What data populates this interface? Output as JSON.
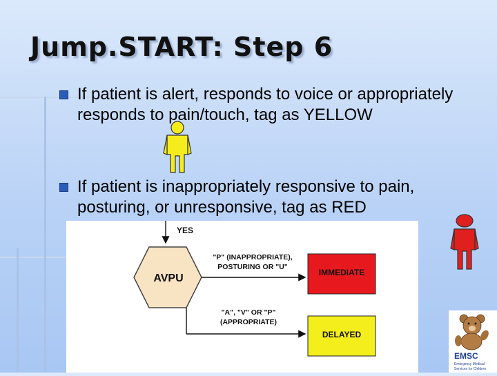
{
  "slide": {
    "title": "Jump.START: Step 6",
    "bullets": [
      "If patient is alert, responds to voice or appropriately responds to pain/touch, tag as YELLOW",
      "If patient is inappropriately responsive to pain, posturing, or unresponsive, tag as RED"
    ]
  },
  "diagram": {
    "yes_label": "YES",
    "node_label": "AVPU",
    "upper_branch_line1": "\"P\" (INAPPROPRIATE),",
    "upper_branch_line2": "POSTURING OR \"U\"",
    "lower_branch_line1": "\"A\", \"V\" OR \"P\"",
    "lower_branch_line2": "(APPROPRIATE)",
    "immediate_label": "IMMEDIATE",
    "delayed_label": "DELAYED"
  },
  "logo": {
    "text_line1": "EMSC",
    "text_line2": "Emergency Medical",
    "text_line3": "Services for Children"
  },
  "colors": {
    "yellow_figure": "#f5ec1e",
    "red_figure": "#e0201e",
    "immediate_box": "#e8191e",
    "delayed_box": "#f4ee1c",
    "node_fill": "#f8e4c2",
    "bullet_accent": "#2a5bb8"
  }
}
